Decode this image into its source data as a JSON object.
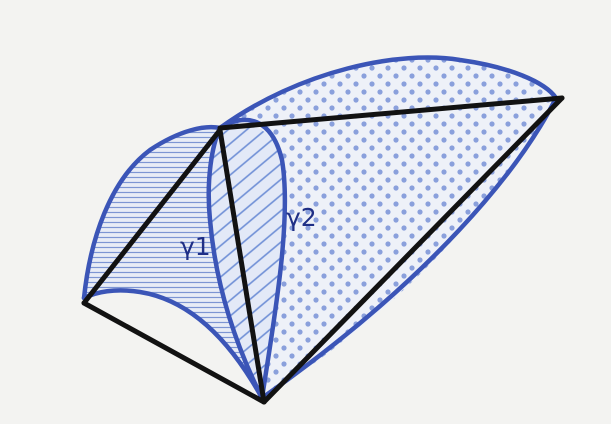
{
  "labels": {
    "gamma1": "γ1",
    "gamma2": "γ2"
  },
  "colors": {
    "background": "#f3f3f1",
    "curve": "#3b55b7",
    "edge": "#121212",
    "hatch": "#6f8fd6",
    "fill_left": "#e8ecf6",
    "fill_middle": "#e3e9f7",
    "fill_right": "#eef1f8",
    "label": "#1f2f86"
  },
  "regions": [
    {
      "name": "left-region",
      "pattern": "horizontal-lines"
    },
    {
      "name": "middle-region",
      "pattern": "diagonal-hatching"
    },
    {
      "name": "right-region",
      "pattern": "dots"
    }
  ]
}
